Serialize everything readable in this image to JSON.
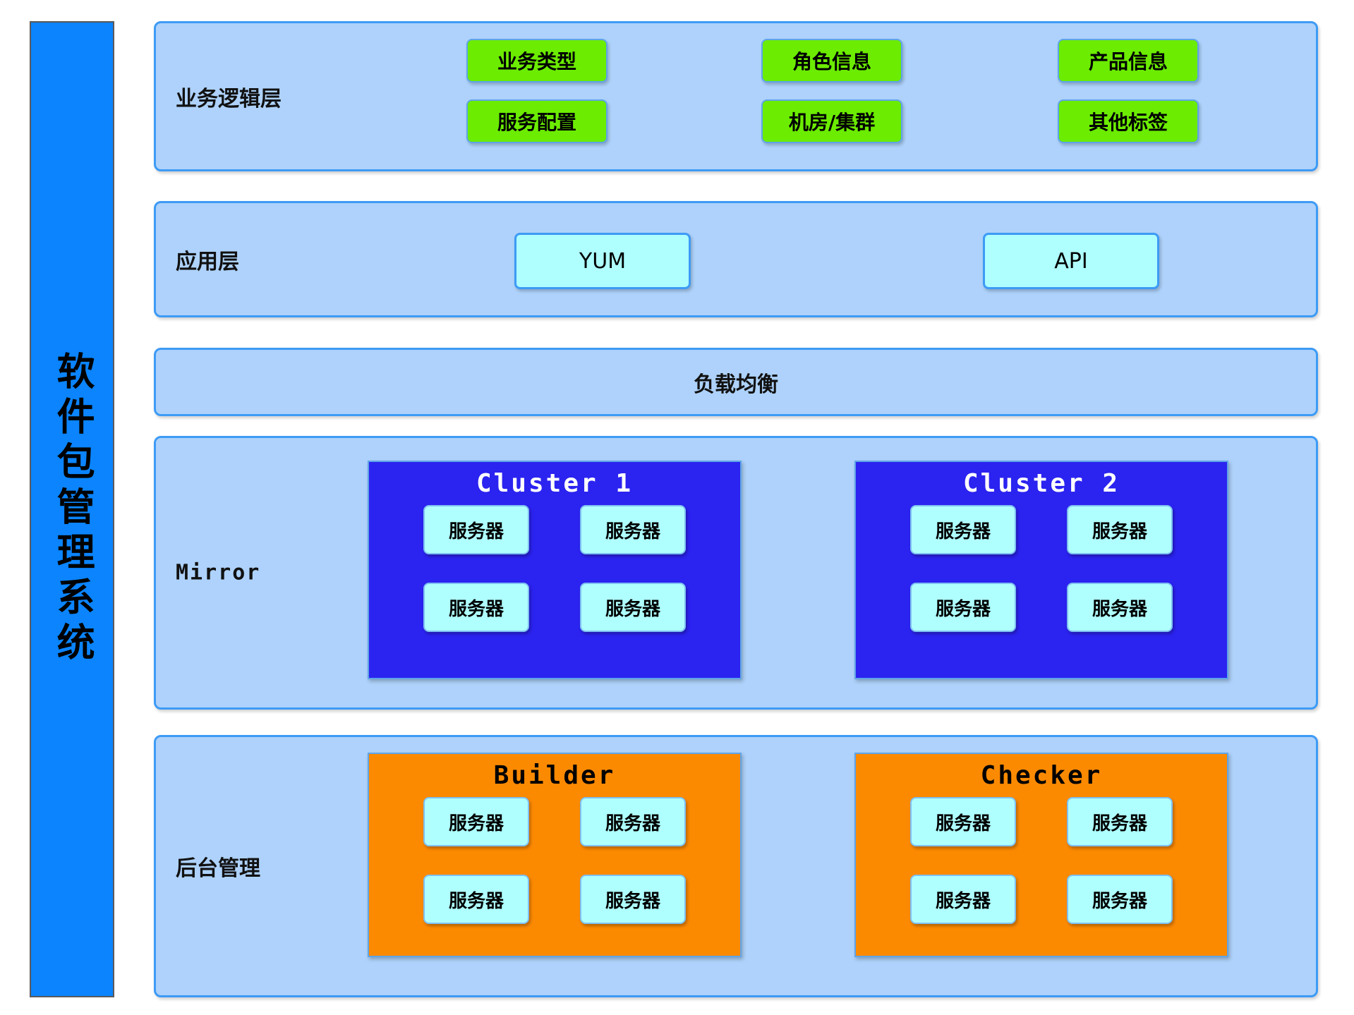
{
  "system": {
    "title": "软件包管理系统",
    "accent_blue": "#0b84fd",
    "layer_bg": "#aed2fb",
    "layer_border": "#3d9bf5",
    "tag_green": "#6bec00",
    "cyan_box": "#afffff",
    "cluster_blue": "#2b23f0",
    "worker_orange": "#fc8a01"
  },
  "layers": {
    "business": {
      "label": "业务逻辑层",
      "columns": [
        {
          "items": [
            "业务类型",
            "服务配置"
          ]
        },
        {
          "items": [
            "角色信息",
            "机房/集群"
          ]
        },
        {
          "items": [
            "产品信息",
            "其他标签"
          ]
        }
      ]
    },
    "application": {
      "label": "应用层",
      "boxes": [
        "YUM",
        "API"
      ]
    },
    "load_balance": {
      "text": "负载均衡"
    },
    "mirror": {
      "label": "Mirror",
      "groups": [
        {
          "title": "Cluster 1",
          "servers": [
            "服务器",
            "服务器",
            "服务器",
            "服务器"
          ]
        },
        {
          "title": "Cluster 2",
          "servers": [
            "服务器",
            "服务器",
            "服务器",
            "服务器"
          ]
        }
      ]
    },
    "backend": {
      "label": "后台管理",
      "groups": [
        {
          "title": "Builder",
          "servers": [
            "服务器",
            "服务器",
            "服务器",
            "服务器"
          ]
        },
        {
          "title": "Checker",
          "servers": [
            "服务器",
            "服务器",
            "服务器",
            "服务器"
          ]
        }
      ]
    }
  }
}
